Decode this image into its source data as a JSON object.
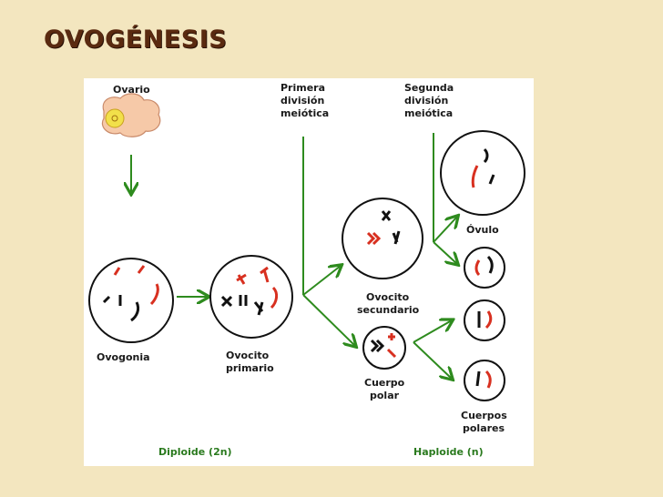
{
  "slide": {
    "title": "OVOGÉNESIS"
  },
  "diagram": {
    "ovario": "Ovario",
    "primera": [
      "Primera",
      "división",
      "meiótica"
    ],
    "segunda": [
      "Segunda",
      "división",
      "meiótica"
    ],
    "ovogonia": "Ovogonia",
    "ovocito_primario": [
      "Ovocito",
      "primario"
    ],
    "ovocito_secundario": [
      "Ovocito",
      "secundario"
    ],
    "cuerpo_polar": [
      "Cuerpo",
      "polar"
    ],
    "ovulo": "Óvulo",
    "cuerpos_polares": [
      "Cuerpos",
      "polares"
    ],
    "diploide": "Diploide (2n)",
    "haploide": "Haploide (n)"
  },
  "colors": {
    "arrow": "#2e8b1e",
    "chrom_red": "#d83020",
    "chrom_black": "#111111",
    "title": "#5a2a10",
    "background": "#f3e6bf"
  }
}
